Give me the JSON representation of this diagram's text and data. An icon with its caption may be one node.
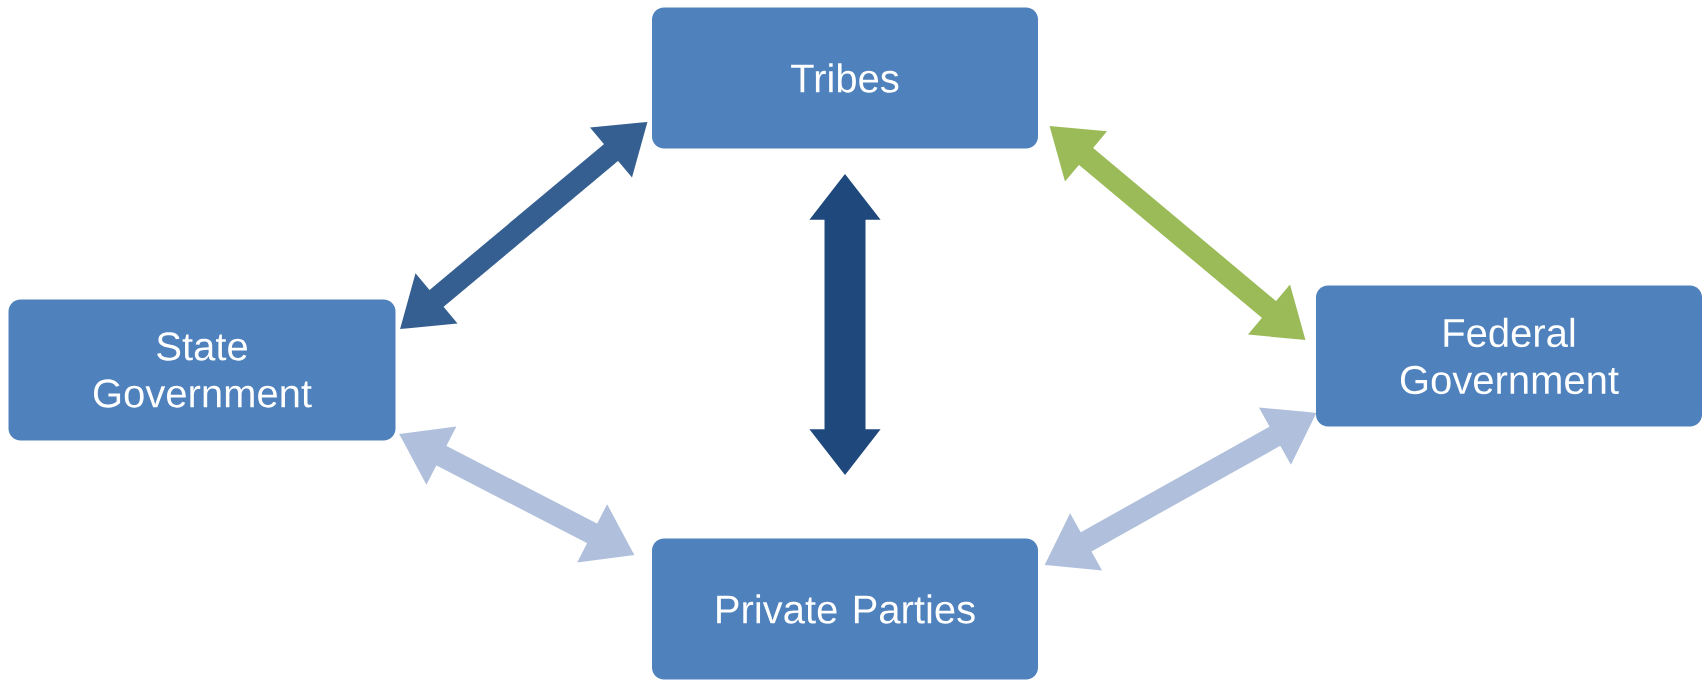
{
  "diagram": {
    "nodes": [
      {
        "text": [
          "Tribes"
        ]
      },
      {
        "text": [
          "State Government"
        ]
      },
      {
        "text": [
          "Private Parties"
        ]
      },
      {
        "text": [
          "Federal Government"
        ]
      }
    ],
    "edges": [
      {
        "from": 0,
        "to": 1,
        "arrow": "both",
        "color": "#365f91"
      },
      {
        "from": 0,
        "to": 3,
        "arrow": "both",
        "color": "#9bbb59"
      },
      {
        "from": 0,
        "to": 2,
        "arrow": "both",
        "style": "thick",
        "color": "#1f497d"
      },
      {
        "from": 1,
        "to": 2,
        "arrow": "both",
        "color": "#b0c0dc"
      },
      {
        "from": 3,
        "to": 2,
        "arrow": "both",
        "color": "#b0c0dc"
      }
    ]
  }
}
